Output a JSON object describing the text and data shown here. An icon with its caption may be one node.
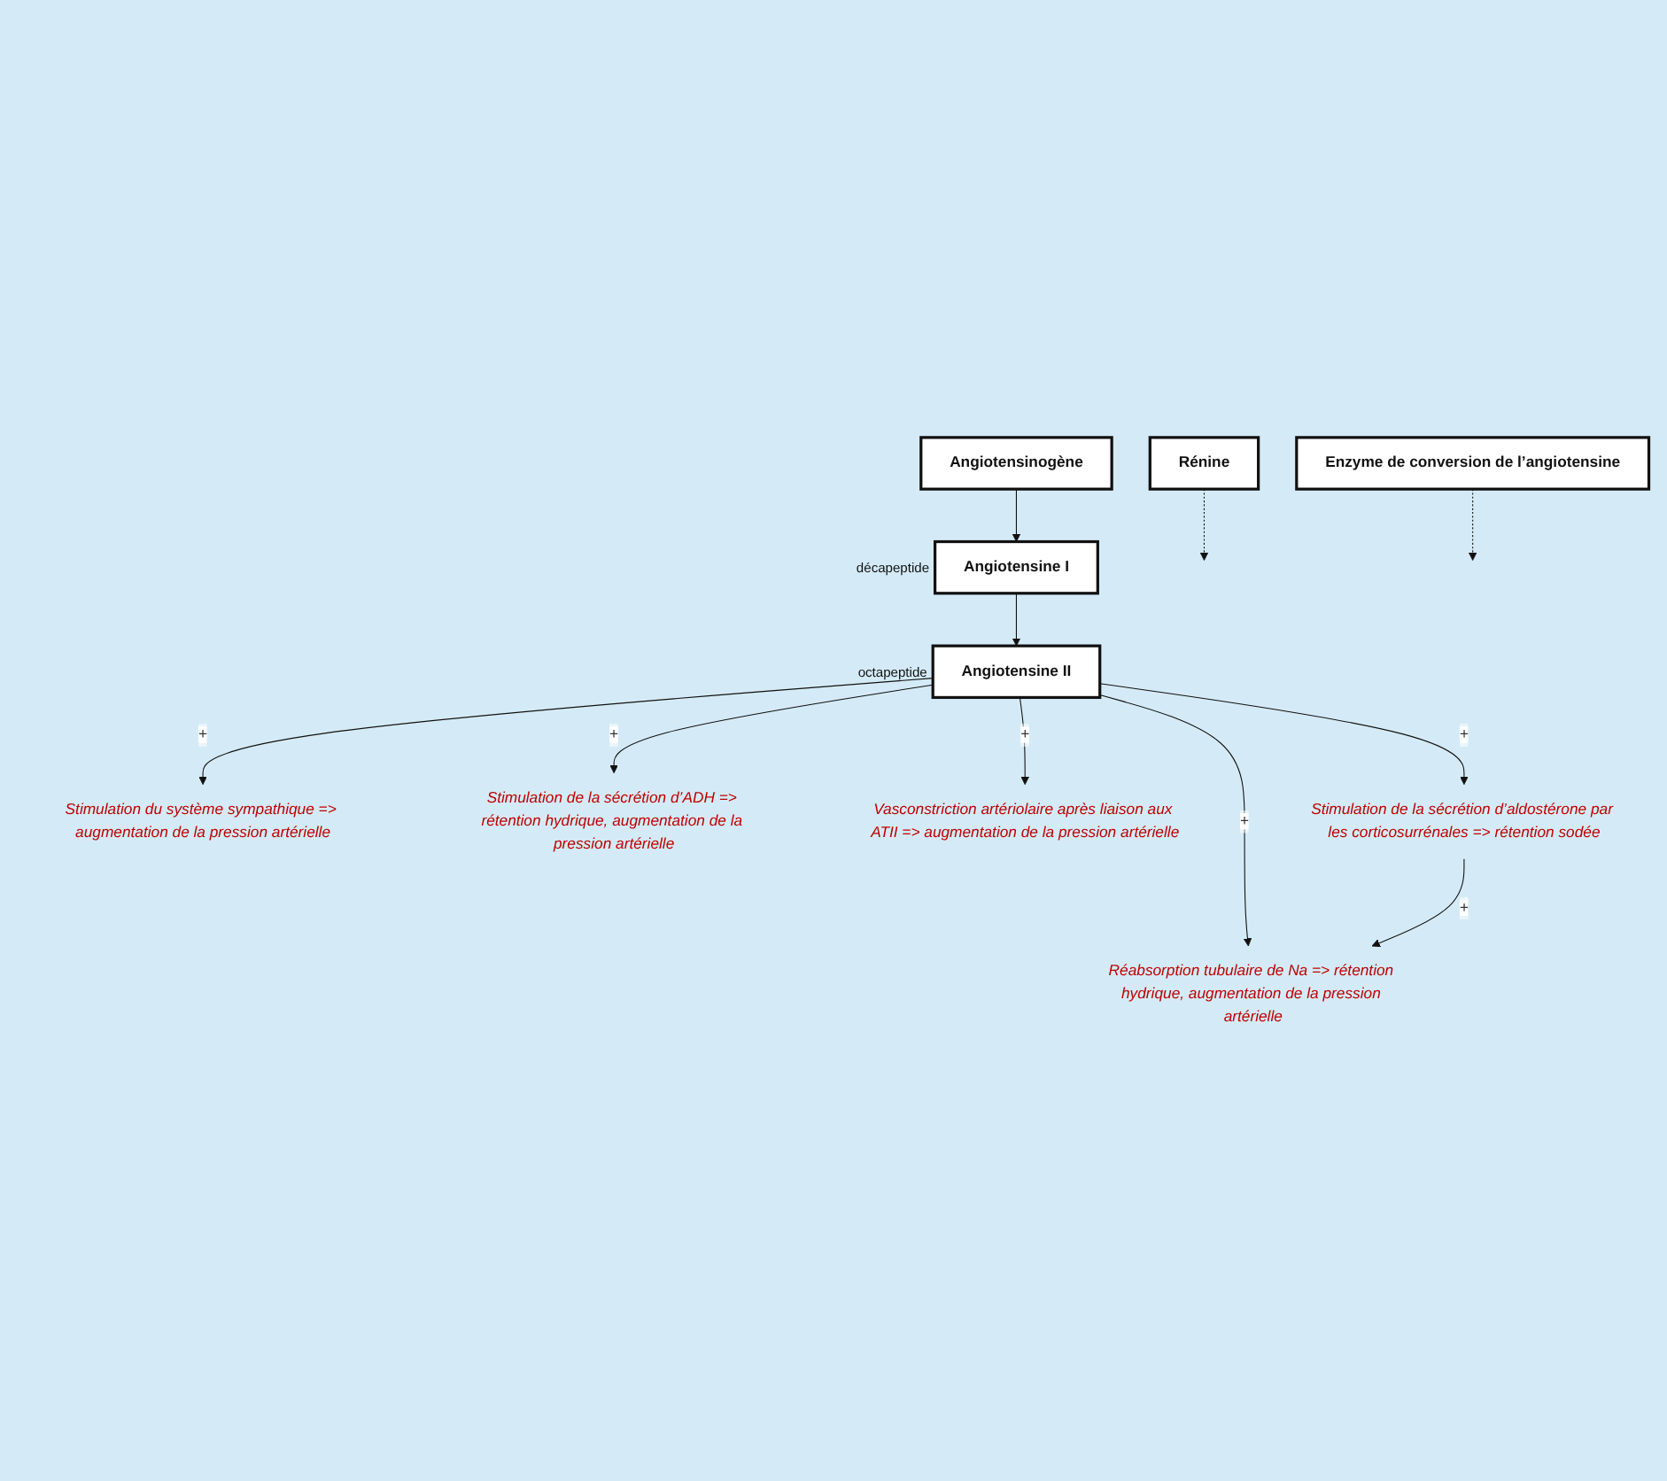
{
  "diagram": {
    "nodes": [
      {
        "text": [
          "Angiotensinogène"
        ]
      },
      {
        "text": [
          "Rénine"
        ]
      },
      {
        "text": [
          "Angiotensine I"
        ],
        "beside": [
          "décapeptide"
        ]
      },
      {
        "text": [
          "Enzyme de conversion de l’angiotensine"
        ]
      },
      {
        "text": [
          "Angiotensine II"
        ],
        "beside": [
          "octapeptide"
        ]
      },
      {
        "text": [
          "Stimulation du système sympathique => augmentation de la pression artérielle"
        ]
      },
      {
        "text": [
          "Réabsorption tubulaire de Na => rétention hydrique, augmentation de la pression artérielle"
        ]
      },
      {
        "text": [
          "Stimulation de la sécrétion d’ADH => rétention hydrique, augmentation de la pression artérielle"
        ]
      },
      {
        "text": [
          "Vasconstriction artériolaire après liaison aux ATII => augmentation de la pression artérielle"
        ]
      },
      {
        "text": [
          "Stimulation de la sécrétion d’aldostérone par les corticosurrénales => rétention sodée"
        ]
      }
    ],
    "edges": [
      {
        "from": 0,
        "to": 2,
        "arrow": "to"
      },
      {
        "from": 1,
        "to": null,
        "arrow": "to",
        "style": "dashed"
      },
      {
        "from": 2,
        "to": 4,
        "arrow": "to"
      },
      {
        "from": 3,
        "to": null,
        "arrow": "to",
        "style": "dashed"
      },
      {
        "from": 4,
        "to": 5,
        "arrow": "to",
        "label": "+"
      },
      {
        "from": 4,
        "to": 6,
        "arrow": "to",
        "label": "+"
      },
      {
        "from": 4,
        "to": 7,
        "arrow": "to",
        "label": "+"
      },
      {
        "from": 4,
        "to": 8,
        "arrow": "to",
        "label": "+"
      },
      {
        "from": 4,
        "to": 9,
        "arrow": "to",
        "label": "+"
      },
      {
        "from": 9,
        "to": 6,
        "arrow": "to",
        "label": "+"
      }
    ]
  }
}
